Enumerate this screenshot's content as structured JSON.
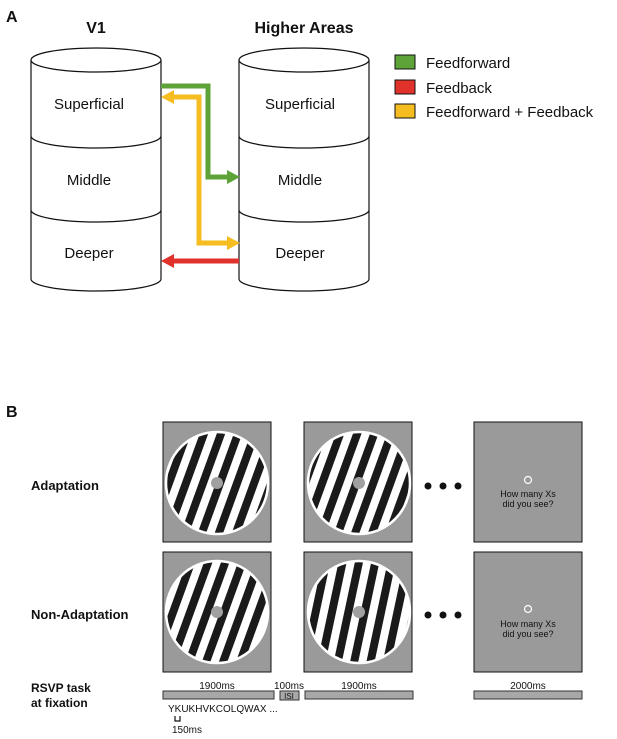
{
  "panel_a": {
    "letter": "A",
    "v1_title": "V1",
    "higher_title": "Higher Areas",
    "layers": [
      "Superficial",
      "Middle",
      "Deeper"
    ],
    "legend": [
      {
        "label": "Feedforward",
        "color": "#5da338"
      },
      {
        "label": "Feedback",
        "color": "#e0322b"
      },
      {
        "label": "Feedforward + Feedback",
        "color": "#f5bd1f"
      }
    ]
  },
  "panel_b": {
    "letter": "B",
    "rows": [
      {
        "label": "Adaptation"
      },
      {
        "label": "Non-Adaptation"
      }
    ],
    "question_line1": "How many Xs",
    "question_line2": "did you see?",
    "rsvp_label_line1": "RSVP task",
    "rsvp_label_line2": "at fixation",
    "timeline": {
      "seg1": "1900ms",
      "isi_duration": "100ms",
      "isi_label": "ISI",
      "seg2": "1900ms",
      "seg3": "2000ms",
      "letters": "YKUKHVKCOLQWAX ...",
      "letter_duration": "150ms"
    },
    "colors": {
      "panel_bg": "#9a9a9a",
      "stripe": "#1a1a1a",
      "fixation": "#a0a0a0"
    }
  }
}
